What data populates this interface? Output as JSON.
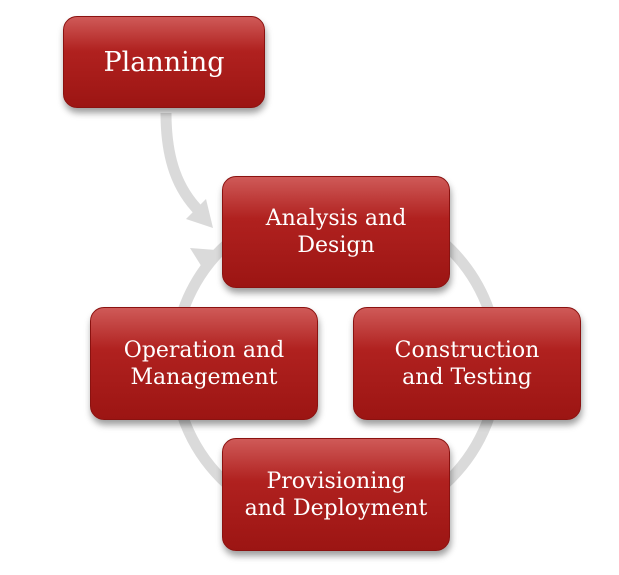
{
  "diagram": {
    "planning": "Planning",
    "cycle": {
      "analysis": "Analysis and\nDesign",
      "construction": "Construction\nand Testing",
      "provisioning": "Provisioning\nand Deployment",
      "operation": "Operation and\nManagement"
    }
  },
  "colors": {
    "box_fill": "#b0211f",
    "box_highlight": "#cf5a58",
    "text": "#ffffff",
    "arrow": "#dadada"
  }
}
